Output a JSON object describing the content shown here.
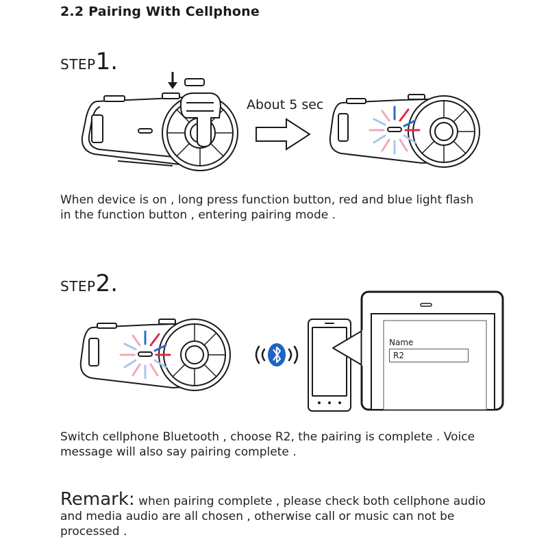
{
  "section": {
    "title": "2.2  Pairing With Cellphone"
  },
  "step1": {
    "word": "STEP",
    "number": "1.",
    "duration_label": "About 5 sec",
    "caption_line1": "When device is on , long press function button, red and blue light flash",
    "caption_line2": "in the function button , entering pairing mode ."
  },
  "step2": {
    "word": "STEP",
    "number": "2.",
    "phone_screen": {
      "field_label": "Name",
      "field_value": "R2"
    },
    "caption_line1": "Switch cellphone Bluetooth , choose R2, the pairing is complete . Voice",
    "caption_line2": "message will also say pairing complete ."
  },
  "remark": {
    "heading": "Remark:",
    "line1": " when pairing complete , please check both cellphone audio",
    "line2": "and media audio are all chosen , otherwise call or music can not be",
    "line3": "processed ."
  },
  "colors": {
    "red": "#e0284a",
    "blue": "#2b6cc4",
    "pink": "#f2a7b8",
    "light_blue": "#a9c6ec",
    "bluetooth": "#1f63c4"
  },
  "icons": [
    "down-arrow-icon",
    "pressing-hand-icon",
    "right-arrow-icon",
    "bluetooth-icon",
    "smartphone-icon"
  ]
}
